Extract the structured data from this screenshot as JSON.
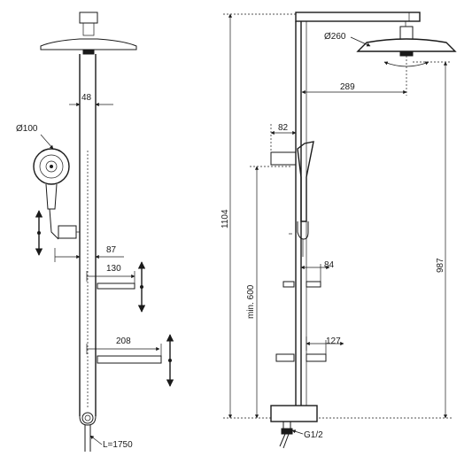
{
  "front_view": {
    "dims": {
      "bar_width": "48",
      "handshower_diameter": "Ø100",
      "bracket_depth": "87",
      "small_shelf_width": "130",
      "large_shelf_width": "208",
      "hose_length": "L=1750"
    }
  },
  "side_view": {
    "dims": {
      "overhead_diameter": "Ø260",
      "arm_projection": "289",
      "holder_projection": "82",
      "total_height": "1104",
      "min_height": "min. 600",
      "head_height": "987",
      "small_shelf_depth": "84",
      "large_shelf_depth": "127",
      "inlet_thread": "G1/2"
    }
  }
}
